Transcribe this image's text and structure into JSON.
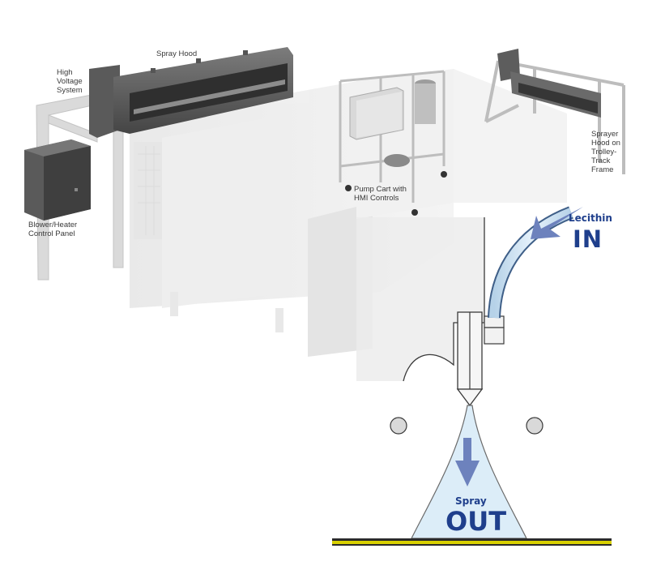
{
  "labels": {
    "spray_hood": "Spray Hood",
    "high_voltage": "High Voltage System",
    "blower_panel": "Blower/Heater Control Panel",
    "pump_cart": "Pump Cart with HMI Controls",
    "sprayer_hood_trolley": "Sprayer Hood on Trolley-Track Frame"
  },
  "flow": {
    "in_small": "Lecithin",
    "in_big": "IN",
    "out_small": "Spray",
    "out_big": "OUT"
  },
  "colors": {
    "accent_blue": "#1f3f8c",
    "arrow_blue": "#6d82bd",
    "tube_blue": "#cfe3f2",
    "spray_fill": "#dcedf8",
    "belt_yellow": "#d8d000"
  }
}
